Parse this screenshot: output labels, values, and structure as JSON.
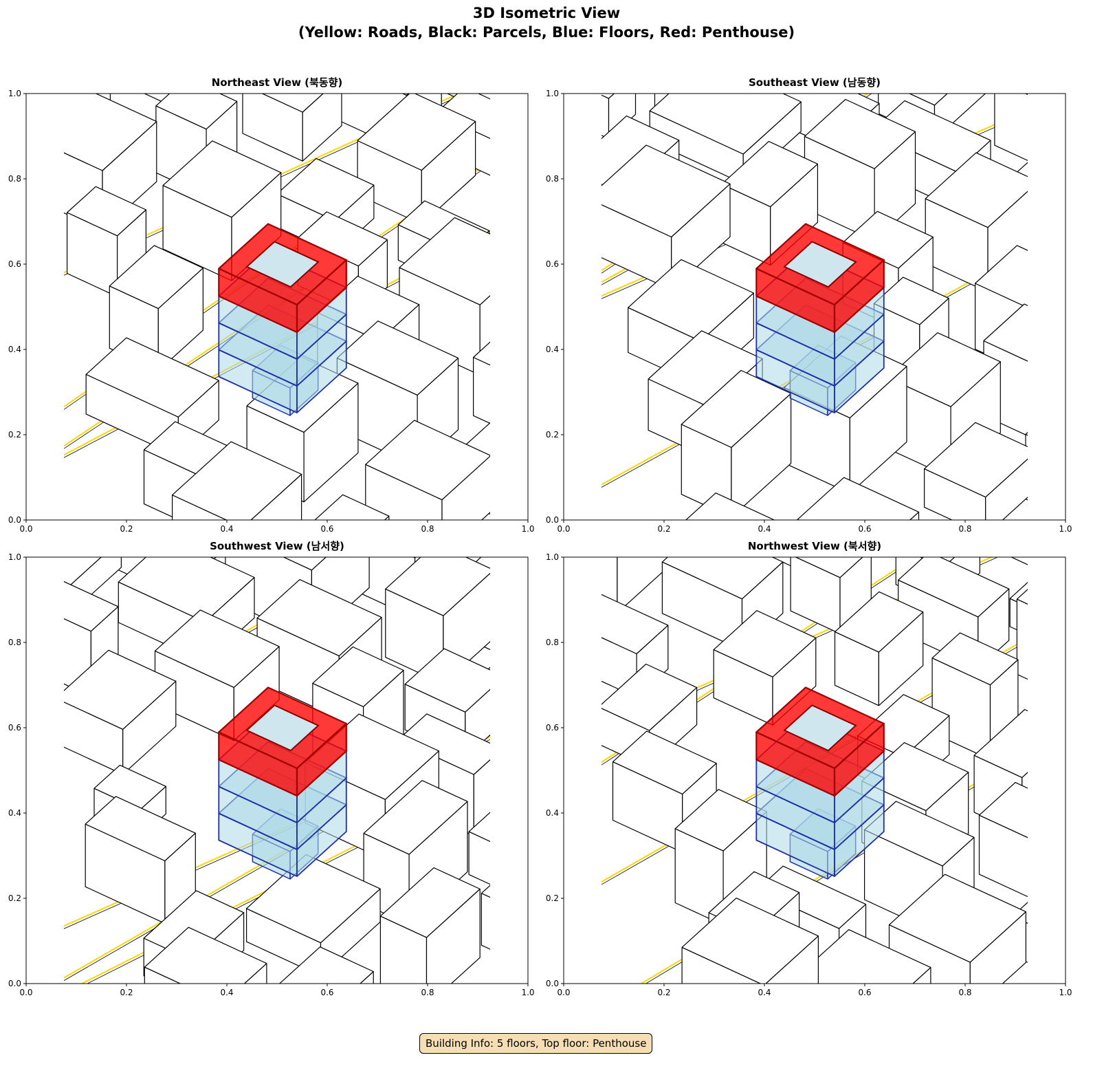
{
  "chart_data": [
    {
      "type": "3d-isometric",
      "title": "Northeast View (북동향)",
      "xlim": [
        0,
        1
      ],
      "ylim": [
        0,
        1
      ],
      "xticks": [
        "0.0",
        "0.2",
        "0.4",
        "0.6",
        "0.8",
        "1.0"
      ],
      "yticks": [
        "0.0",
        "0.2",
        "0.4",
        "0.6",
        "0.8",
        "1.0"
      ]
    },
    {
      "type": "3d-isometric",
      "title": "Southeast View (남동향)",
      "xlim": [
        0,
        1
      ],
      "ylim": [
        0,
        1
      ],
      "xticks": [
        "0.0",
        "0.2",
        "0.4",
        "0.6",
        "0.8",
        "1.0"
      ],
      "yticks": [
        "0.0",
        "0.2",
        "0.4",
        "0.6",
        "0.8",
        "1.0"
      ]
    },
    {
      "type": "3d-isometric",
      "title": "Southwest View (남서향)",
      "xlim": [
        0,
        1
      ],
      "ylim": [
        0,
        1
      ],
      "xticks": [
        "0.0",
        "0.2",
        "0.4",
        "0.6",
        "0.8",
        "1.0"
      ],
      "yticks": [
        "0.0",
        "0.2",
        "0.4",
        "0.6",
        "0.8",
        "1.0"
      ]
    },
    {
      "type": "3d-isometric",
      "title": "Northwest View (북서향)",
      "xlim": [
        0,
        1
      ],
      "ylim": [
        0,
        1
      ],
      "xticks": [
        "0.0",
        "0.2",
        "0.4",
        "0.6",
        "0.8",
        "1.0"
      ],
      "yticks": [
        "0.0",
        "0.2",
        "0.4",
        "0.6",
        "0.8",
        "1.0"
      ]
    }
  ],
  "figure": {
    "title_line1": "3D Isometric View",
    "title_line2": "(Yellow: Roads, Black: Parcels, Blue: Floors, Red: Penthouse)",
    "info": "Building Info: 5 floors, Top floor: Penthouse",
    "floors": 5
  },
  "colors": {
    "road": "#ffd700",
    "parcel": "#000000",
    "floor_fill": "#add8e6",
    "floor_edge": "#1f2fa8",
    "penthouse": "#ff0000",
    "info_bg": "#f5deb3"
  }
}
